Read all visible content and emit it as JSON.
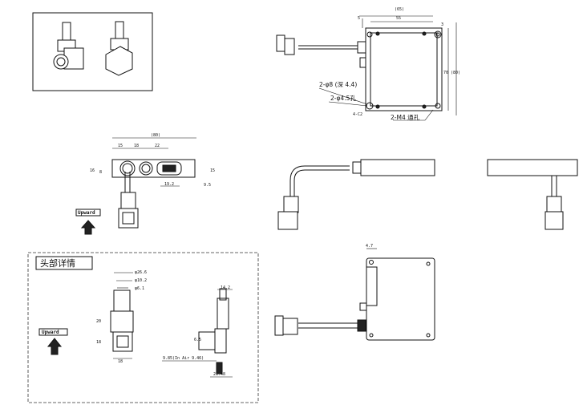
{
  "top_view": {
    "dim_overall_width": "(65)",
    "dim_hole_pitch": "55",
    "dim_offset": "5",
    "dim_top": "3",
    "dim_hole_height": "70",
    "dim_overall_height": "(80)",
    "callout_counterbore": "2-φ8 (深 4.4)",
    "callout_hole": "2-φ4.5孔",
    "callout_chamfer": "4-C2",
    "callout_through": "2-M4 通孔"
  },
  "front_view": {
    "dim_overall": "(80)",
    "dim_a": "15",
    "dim_b": "18",
    "dim_c": "22",
    "dim_height": "16",
    "dim_d": "8",
    "dim_right": "15",
    "dim_conn": "19.2",
    "dim_offset": "9.5",
    "upward_label": "Upward"
  },
  "head_detail": {
    "title": "头部详情",
    "upward_label": "Upward",
    "dim_od": "φ26.6",
    "dim_mid": "φ10.2",
    "dim_id": "φ6.1",
    "dim_len": "20",
    "dim_body": "18",
    "dim_width": "18",
    "dim_side_width": "14.2",
    "dim_side_h": "6.5",
    "dim_focus": "9.85(In Air 9.46)",
    "dim_bottom": "21.48"
  },
  "side_view": {
    "dim_thickness": "4.7"
  }
}
